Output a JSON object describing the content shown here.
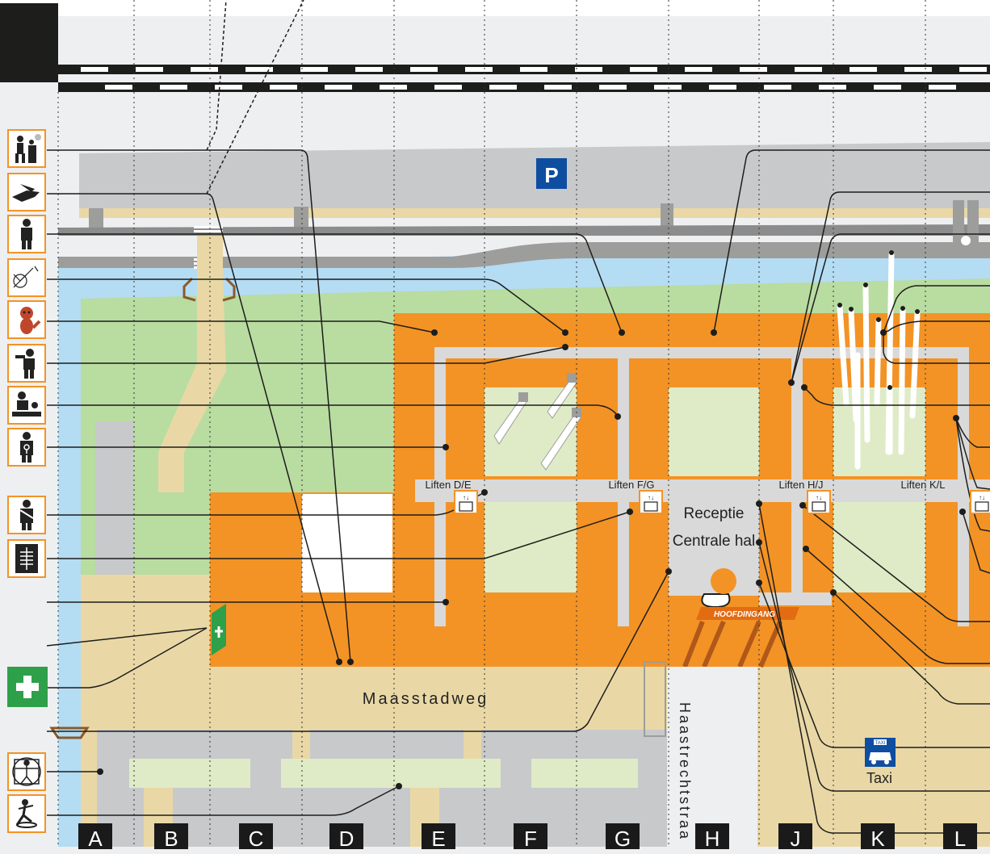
{
  "parking": {
    "label": "P",
    "color": "#0d4ea1"
  },
  "elevators": [
    {
      "label": "Liften D/E"
    },
    {
      "label": "Liften F/G"
    },
    {
      "label": "Liften H/J"
    },
    {
      "label": "Liften K/L"
    }
  ],
  "reception": {
    "line1": "Receptie",
    "line2": "Centrale hal"
  },
  "entrance": {
    "label": "HOOFDINGANG"
  },
  "streets": {
    "main": "Maasstadweg",
    "side": "Haastrechtstraa"
  },
  "taxi": {
    "sign": "TAXI",
    "label": "Taxi"
  },
  "grid_columns": [
    "A",
    "B",
    "C",
    "D",
    "E",
    "F",
    "G",
    "H",
    "J",
    "K",
    "L"
  ],
  "legend_icons": [
    "clinic-waiting-icon",
    "hand-care-icon",
    "family-icon",
    "dandelion-icon",
    "red-panda-icon",
    "injury-icon",
    "treatment-icon",
    "female-doctor-icon",
    "arm-sling-icon",
    "xray-icon",
    "emergency-exit-icon",
    "first-aid-icon",
    "vitruvian-man-icon",
    "dancer-icon"
  ],
  "colors": {
    "building": "#f39325",
    "corridor": "#d9d9d9",
    "courtyard": "#dfebc6",
    "grass": "#b9dca1",
    "water": "#b4dcf3",
    "path": "#e9d8a6",
    "road": "#c8c9cb",
    "first_aid": "#2ea04a"
  }
}
